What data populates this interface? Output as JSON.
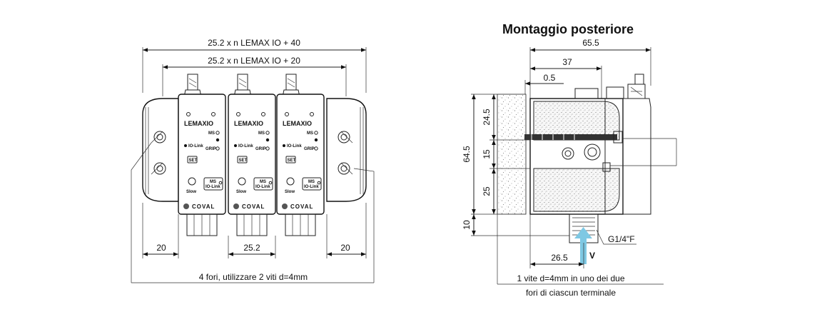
{
  "front_view": {
    "dim_top_outer": "25.2 x n LEMAX IO + 40",
    "dim_top_inner": "25.2 x n LEMAX IO + 20",
    "dim_left": "20",
    "dim_pitch": "25.2",
    "dim_right": "20",
    "note": "4 fori, utilizzare 2 viti d=4mm",
    "module": {
      "brand": "LEMAXIO",
      "led_ms": "MS",
      "led_grip": "GRIP",
      "iolink": "IO-Link",
      "set": "SET",
      "slow": "Slow",
      "ms_small": "MS",
      "iolink_small": "IO-Link",
      "maker": "COVAL"
    }
  },
  "rear_view": {
    "title": "Montaggio posteriore",
    "dim_width": "65.5",
    "dim_37": "37",
    "dim_05": "0.5",
    "dim_height": "64.5",
    "dim_245": "24.5",
    "dim_15": "15",
    "dim_25": "25",
    "dim_10": "10",
    "dim_265": "26.5",
    "thread": "G1/4\"F",
    "flow_label": "V",
    "note_line1": "1 vite d=4mm in uno dei due",
    "note_line2": "fori di ciascun terminale"
  },
  "colors": {
    "flow_arrow": "#7ec8e3"
  }
}
